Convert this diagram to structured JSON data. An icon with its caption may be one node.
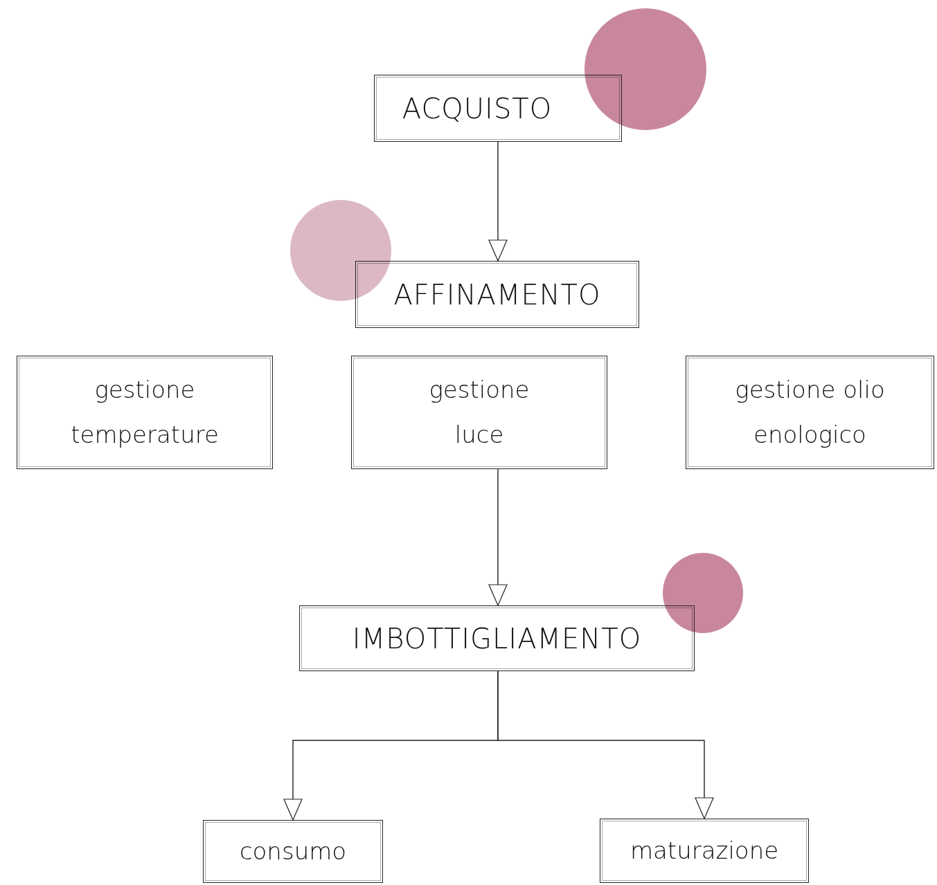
{
  "diagram": {
    "nodes": [
      {
        "text": [
          "ACQUISTO"
        ]
      },
      {
        "text": [
          "AFFINAMENTO"
        ]
      },
      {
        "text": [
          "gestione temperature"
        ]
      },
      {
        "text": [
          "gestione luce"
        ]
      },
      {
        "text": [
          "gestione olio enologico"
        ]
      },
      {
        "text": [
          "IMBOTTIGLIAMENTO"
        ]
      },
      {
        "text": [
          "consumo"
        ]
      },
      {
        "text": [
          "maturazione"
        ]
      }
    ],
    "edges": [
      {
        "from": 0,
        "to": 1,
        "arrow": "to"
      },
      {
        "from": 3,
        "to": 5,
        "arrow": "to"
      },
      {
        "from": 5,
        "to": 6,
        "arrow": "to"
      },
      {
        "from": 5,
        "to": 7,
        "arrow": "to"
      }
    ]
  }
}
